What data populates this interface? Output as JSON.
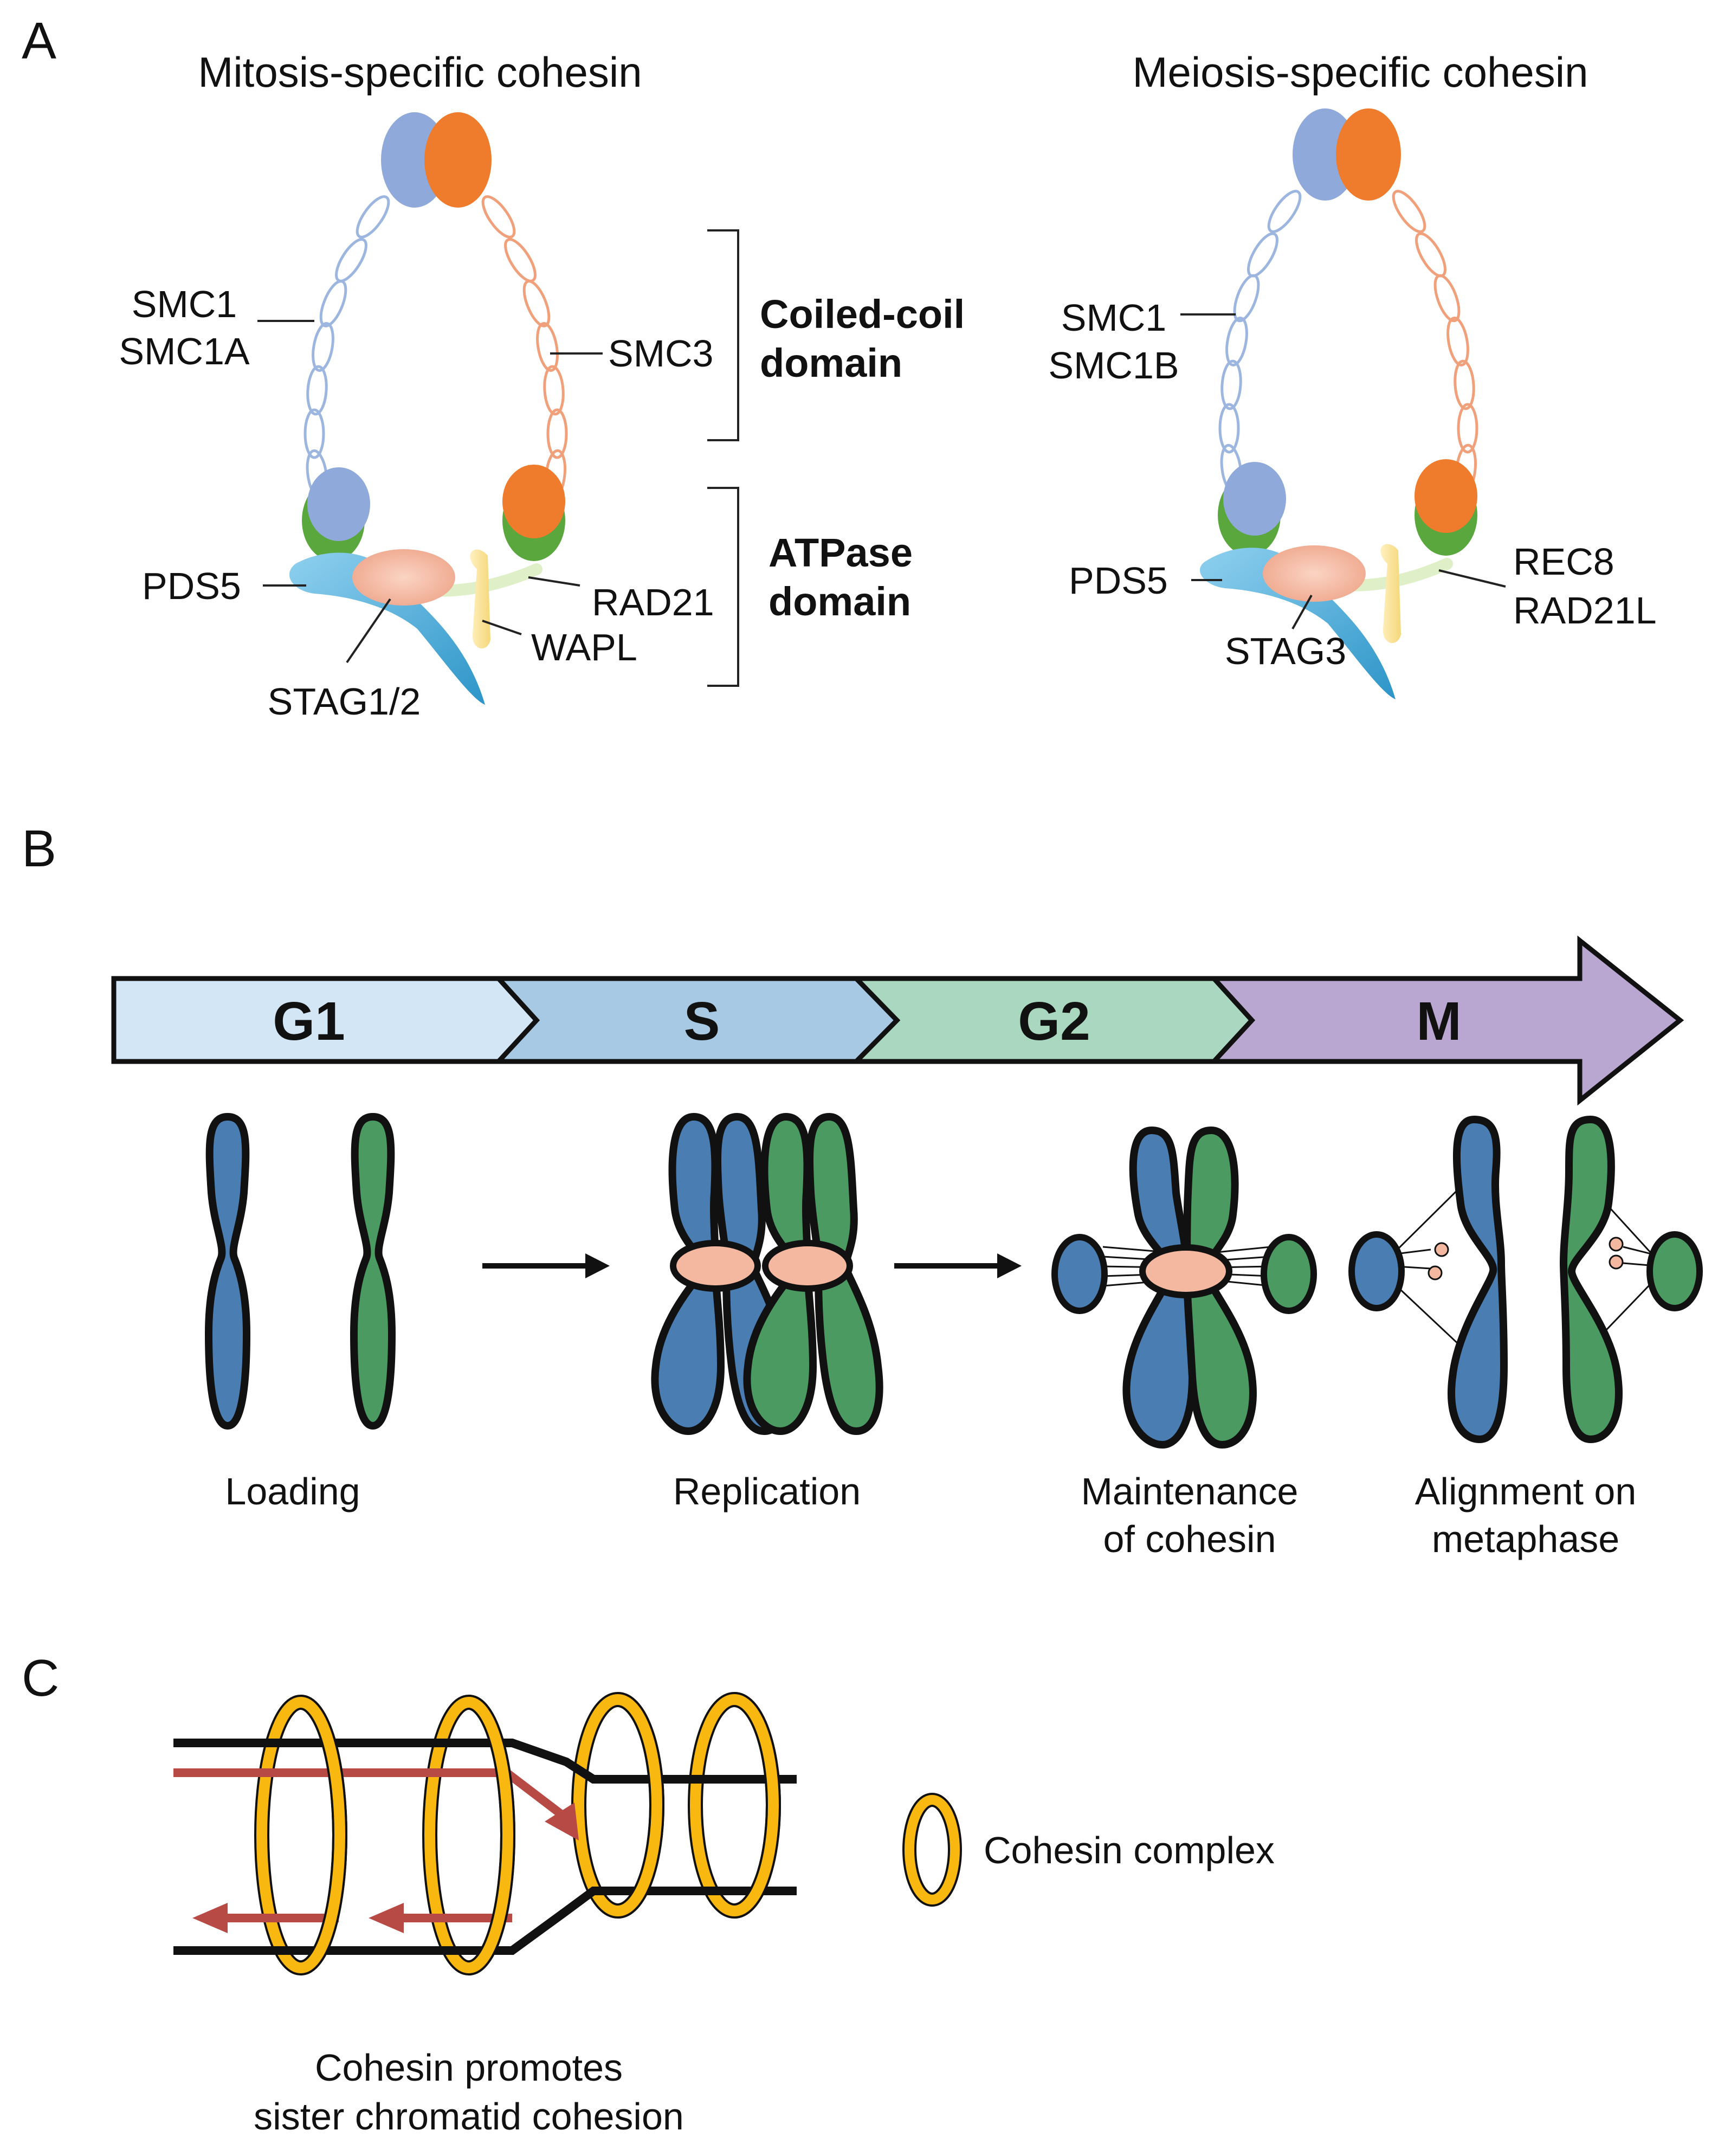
{
  "panel_a": {
    "letter": "A",
    "mitosis": {
      "title": "Mitosis-specific cohesin",
      "smc1_line1": "SMC1",
      "smc1_line2": "SMC1A",
      "smc3": "SMC3",
      "pds5": "PDS5",
      "rad21": "RAD21",
      "wapl": "WAPL",
      "stag": "STAG1/2"
    },
    "coiled_coil_line1": "Coiled-coil",
    "coiled_coil_line2": "domain",
    "atpase_line1": "ATPase",
    "atpase_line2": "domain",
    "meiosis": {
      "title": "Meiosis-specific cohesin",
      "smc1_line1": "SMC1",
      "smc1_line2": "SMC1B",
      "pds5": "PDS5",
      "rec8_line1": "REC8",
      "rec8_line2": "RAD21L",
      "stag": "STAG3"
    }
  },
  "panel_b": {
    "letter": "B",
    "phases": [
      "G1",
      "S",
      "G2",
      "M"
    ],
    "phase_colors": [
      "#d3e6f6",
      "#a7c9e3",
      "#a9d7bf",
      "#b9a7d1"
    ],
    "steps": {
      "loading": "Loading",
      "replication": "Replication",
      "maintenance_line1": "Maintenance",
      "maintenance_line2": "of cohesin",
      "alignment_line1": "Alignment on",
      "alignment_line2": "metaphase"
    }
  },
  "panel_c": {
    "letter": "C",
    "legend": "Cohesin complex",
    "caption_line1": "Cohesin promotes",
    "caption_line2": "sister chromatid cohesion"
  },
  "colors": {
    "smc1": "#8fa9da",
    "smc3": "#ef7b2c",
    "green": "#5aa83d",
    "pds5": "#4aa9d6",
    "stag": "#f4b7a0",
    "wapl": "#f8dc8a",
    "chrom_blue": "#4a7eb3",
    "chrom_green": "#4a9a62",
    "ring": "#f8b80f",
    "arrow_red": "#b84a46"
  }
}
